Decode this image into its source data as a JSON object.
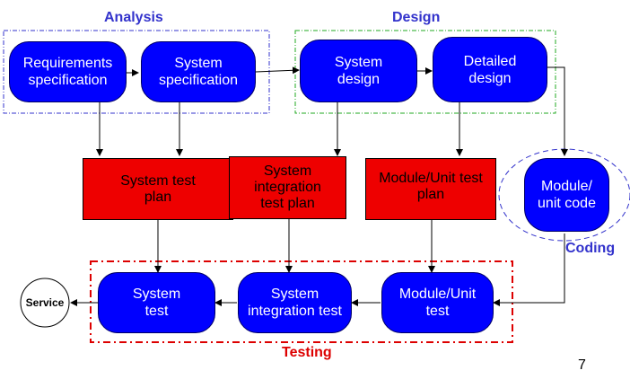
{
  "groups": {
    "analysis": "Analysis",
    "design": "Design",
    "coding": "Coding",
    "testing": "Testing"
  },
  "nodes": {
    "requirements_spec": "Requirements specification",
    "system_spec": "System specification",
    "system_design": "System design",
    "detailed_design": "Detailed design",
    "system_test_plan": "System test plan",
    "system_integration_test_plan": "System integration test plan",
    "module_unit_test_plan": "Module/Unit test plan",
    "module_unit_code": "Module/ unit code",
    "system_test": "System test",
    "system_integration_test": "System integration test",
    "module_unit_test": "Module/Unit test",
    "service": "Service"
  },
  "page_number": "7",
  "colors": {
    "process": "#0000ff",
    "plan": "#ee0000",
    "group_blue": "#3333cc",
    "group_red": "#dd0000",
    "design_border": "#22aa22"
  }
}
